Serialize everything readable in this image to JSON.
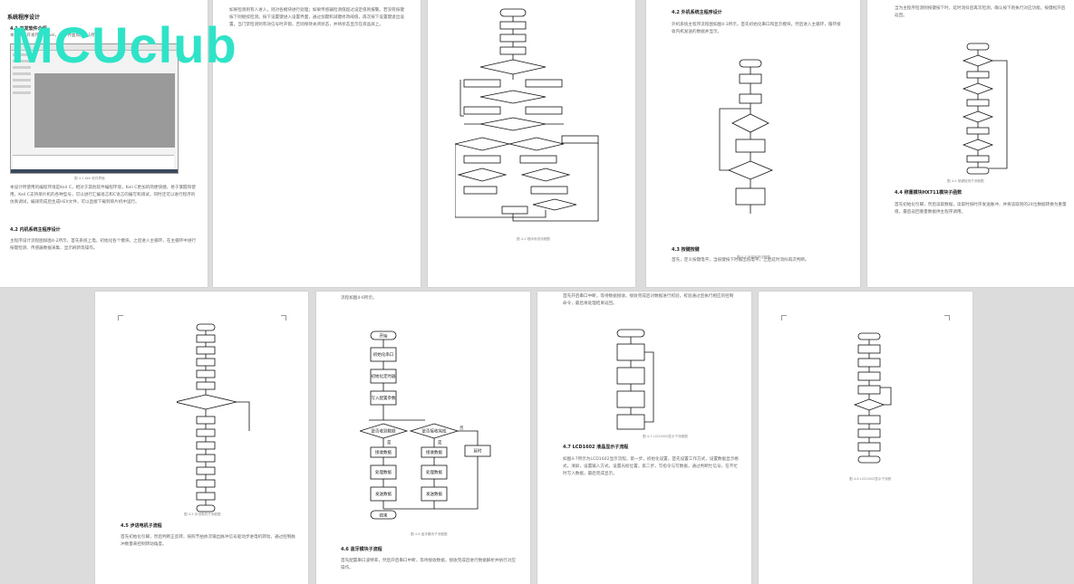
{
  "watermark": "MCUclub",
  "p1": {
    "title": "系统程序设计",
    "h41": "4.1 开发软件介绍",
    "intro": "本系统的开发环境为Keil，软件界面如图4-1所示。",
    "fig": "图 4-1 Keil 软件界面",
    "body": "本设计所使用的编程环境是Keil C，相对于其他软件编程环境，Keil C更加的简便快捷，易于掌握和使用。Keil C支持单片机的各种型号，可以进行汇编语言和C语言的编写和调试，同时还可以进行程序的仿真调试，编译完成后生成HEX文件，可以直接下载到单片机中运行。",
    "h42": "4.2 内机系统主程序设计",
    "body2": "主程序设计流程图如图4-2所示。首先系统上电，初始化各个模块，之后进入主循环，在主循环中进行按键检测、传感器数据采集、显示刷新等操作。"
  },
  "p2": {
    "body": "如果检测到有人进入，则对各模块进行处理；如果传感器检测值超过设定值则报警。若没有按键按下则继续检测。按下设置键进入设置界面，通过加键和减键修改阈值，再次按下设置键退出设置。当门禁检测到有效信号时开锁，否则保持关闭状态，并将状态显示在液晶屏上。"
  },
  "p3": {
    "fig": "图 4-2 程序系统流程图"
  },
  "p4": {
    "h": "4.2 外机系统主程序设计",
    "body": "外机系统主程序流程图如图4-3所示，首先初始化串口和显示模块，然后进入主循环，循环接收内机发送的数据并显示。",
    "fig": "图 4-3 外机系统流程图",
    "h2": "4.3 按键按键",
    "body2": "首先，定义按键电平，当按键按下时输出低电平，之后延时消抖再次判断。"
  },
  "p5": {
    "body": "当为主程序检测到按键按下时，延时消抖后再次检测，确认按下则执行对应功能，按键松开后返回。",
    "fig": "图 4-4 按键检测子流程图",
    "h": "4.4 称重模块HX711模块子函数",
    "body2": "首先初始化引脚，然后读取数据，读取时按时序发送脉冲，并将读取到的24位数据转换为重量值，最后返回重量数据供主程序调用。"
  },
  "p6": {
    "fig": "图 4-5 步进电机子流程图",
    "h": "4.5 步进电机子流程",
    "body": "首先初始化引脚，然后判断正反转，按照节拍依次输出脉冲信号驱动步进电机转动，通过控制脉冲数量来控制转动角度。"
  },
  "p7": {
    "top": "流程如图4-6所示。",
    "fc": {
      "start": "开始",
      "init": "初始化串口",
      "timer": "初始化定时器",
      "set": "写入配置参数",
      "d1": "是否收到数据",
      "d2": "是否接收完成",
      "yes": "是",
      "no": "否",
      "p1": "接收数据",
      "p2": "接收数据",
      "p3": "处理数据",
      "p4": "处理数据",
      "p5": "发送数据",
      "p6": "发送数据",
      "end": "结束"
    },
    "fig": "图 4-6 蓝牙模块子流程图",
    "h": "4.6 蓝牙模块子流程",
    "body": "首先配置串口波特率，然后开启串口中断，等待接收数据，接收完成后进行数据解析并执行对应操作。"
  },
  "p8": {
    "top": "首先开启串口中断，等待数据接收，接收完成后对数据进行校验，校验通过后执行相应的控制命令，最后将处理结果返回。",
    "fig": "图 4-7 LCD1602显示子流程图",
    "h": "4.7 LCD1602 液晶显示子流程",
    "body": "如图4-7所示为LCD1602显示流程。第一步，初始化设置，首先设置工作方式，设置数据显示格式，清屏，设置输入方式，设置光标位置。第二步，写指令与写数据，通过判断忙信号，在不忙时写入数据，最后完成显示。"
  },
  "p9": {
    "fig": "图 4-8 LCD1602显示子流程"
  }
}
